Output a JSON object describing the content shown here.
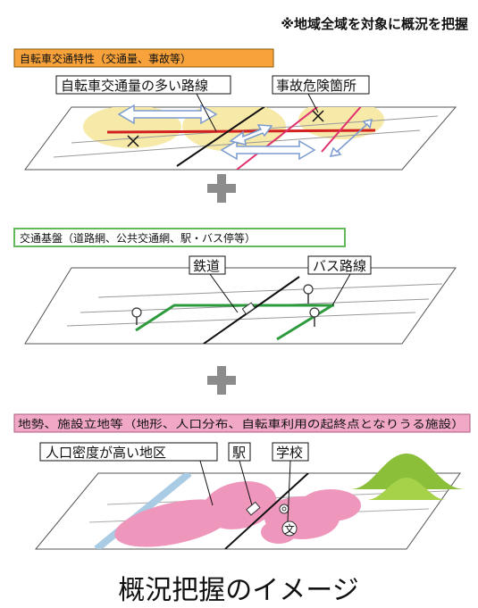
{
  "note": "※地域全域を対象に概況を把握",
  "section1": {
    "title": "自転車交通特性（交通量、事故等）",
    "label_route": "自転車交通量の多い路線",
    "label_danger": "事故危険箇所",
    "color": "#f7a23b"
  },
  "section2": {
    "title": "交通基盤（道路網、公共交通網、駅・バス停等）",
    "label_rail": "鉄道",
    "label_bus": "バス路線",
    "color": "#62b85a"
  },
  "section3": {
    "title": "地勢、施設立地等（地形、人口分布、自転車利用の起終点となりうる施設）",
    "label_density": "人口密度が高い地区",
    "label_station": "駅",
    "label_school": "学校",
    "color": "#f1a7c6"
  },
  "school_symbol": "文",
  "caption": "概況把握のイメージ",
  "icons": [
    "plus-icon",
    "cross-mark-icon",
    "bus-stop-icon",
    "mountain-icon",
    "school-icon"
  ]
}
